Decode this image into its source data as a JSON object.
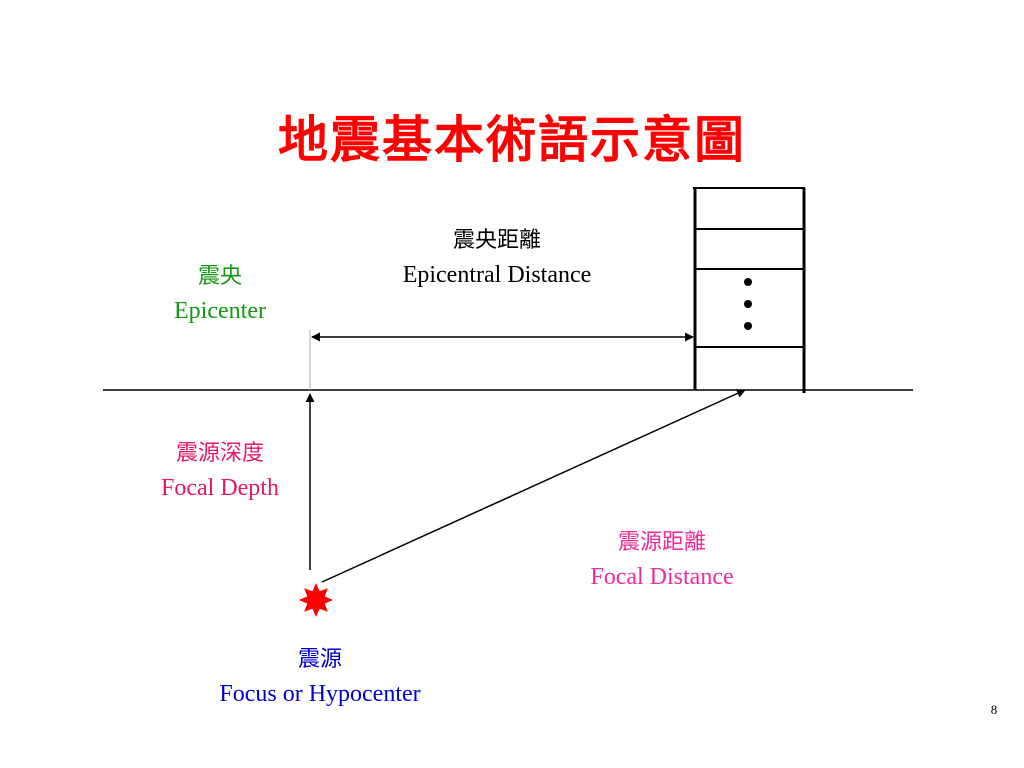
{
  "title": "地震基本術語示意圖",
  "labels": {
    "epicentral_distance": {
      "zh": "震央距離",
      "en": "Epicentral Distance"
    },
    "epicenter": {
      "zh": "震央",
      "en": "Epicenter"
    },
    "focal_depth": {
      "zh": "震源深度",
      "en": "Focal Depth"
    },
    "focal_distance": {
      "zh": "震源距離",
      "en": "Focal Distance"
    },
    "focus": {
      "zh": "震源",
      "en": "Focus or Hypocenter"
    }
  },
  "page_number": "8",
  "colors": {
    "title": "#ff0000",
    "epicenter": "#119911",
    "focal_depth": "#e6176b",
    "focal_distance": "#ef2b9a",
    "focus": "#0000cc",
    "focus_marker": "#ff0000",
    "lines": "#000000"
  },
  "icons": {
    "focus_marker": "red-starburst-icon",
    "seismograph_station": "building-icon"
  }
}
